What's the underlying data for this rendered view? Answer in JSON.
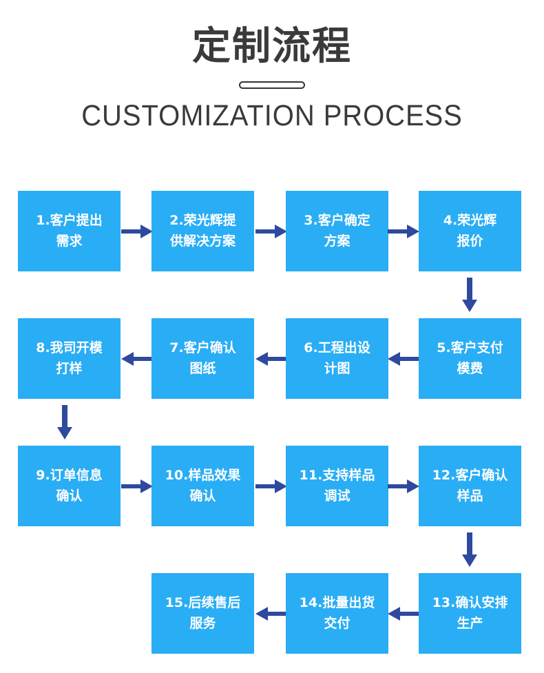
{
  "header": {
    "title_cn": "定制流程",
    "title_en": "CUSTOMIZATION PROCESS",
    "divider": "pill-divider"
  },
  "colors": {
    "box_fill": "#29adf5",
    "box_text": "#ffffff",
    "arrow": "#2e4a9e",
    "title_text": "#3a3a3a",
    "background": "#ffffff"
  },
  "flow": {
    "rows": [
      {
        "direction": "left-to-right",
        "steps": [
          {
            "number": "1.",
            "line1": "1.客户提出",
            "line2": "需求"
          },
          {
            "number": "2.",
            "line1": "2.荣光辉提",
            "line2": "供解决方案"
          },
          {
            "number": "3.",
            "line1": "3.客户确定",
            "line2": "方案"
          },
          {
            "number": "4.",
            "line1": "4.荣光辉",
            "line2": "报价"
          }
        ]
      },
      {
        "direction": "right-to-left",
        "steps": [
          {
            "number": "8.",
            "line1": "8.我司开模",
            "line2": "打样"
          },
          {
            "number": "7.",
            "line1": "7.客户确认",
            "line2": "图纸"
          },
          {
            "number": "6.",
            "line1": "6.工程出设",
            "line2": "计图"
          },
          {
            "number": "5.",
            "line1": "5.客户支付",
            "line2": "模费"
          }
        ]
      },
      {
        "direction": "left-to-right",
        "steps": [
          {
            "number": "9.",
            "line1": "9.订单信息",
            "line2": "确认"
          },
          {
            "number": "10.",
            "line1": "10.样品效果",
            "line2": "确认"
          },
          {
            "number": "11.",
            "line1": "11.支持样品",
            "line2": "调试"
          },
          {
            "number": "12.",
            "line1": "12.客户确认",
            "line2": "样品"
          }
        ]
      },
      {
        "direction": "right-to-left",
        "steps": [
          {
            "number": "15.",
            "line1": "15.后续售后",
            "line2": "服务"
          },
          {
            "number": "14.",
            "line1": "14.批量出货",
            "line2": "交付"
          },
          {
            "number": "13.",
            "line1": "13.确认安排",
            "line2": "生产"
          }
        ]
      }
    ],
    "connectors": [
      {
        "name": "arrow-right-1-to-2",
        "type": "arrow-right-icon"
      },
      {
        "name": "arrow-right-2-to-3",
        "type": "arrow-right-icon"
      },
      {
        "name": "arrow-right-3-to-4",
        "type": "arrow-right-icon"
      },
      {
        "name": "arrow-down-4-to-5",
        "type": "arrow-down-icon"
      },
      {
        "name": "arrow-left-5-to-6",
        "type": "arrow-left-icon"
      },
      {
        "name": "arrow-left-6-to-7",
        "type": "arrow-left-icon"
      },
      {
        "name": "arrow-left-7-to-8",
        "type": "arrow-left-icon"
      },
      {
        "name": "arrow-down-8-to-9",
        "type": "arrow-down-icon"
      },
      {
        "name": "arrow-right-9-to-10",
        "type": "arrow-right-icon"
      },
      {
        "name": "arrow-right-10-to-11",
        "type": "arrow-right-icon"
      },
      {
        "name": "arrow-right-11-to-12",
        "type": "arrow-right-icon"
      },
      {
        "name": "arrow-down-12-to-13",
        "type": "arrow-down-icon"
      },
      {
        "name": "arrow-left-13-to-14",
        "type": "arrow-left-icon"
      },
      {
        "name": "arrow-left-14-to-15",
        "type": "arrow-left-icon"
      }
    ]
  }
}
